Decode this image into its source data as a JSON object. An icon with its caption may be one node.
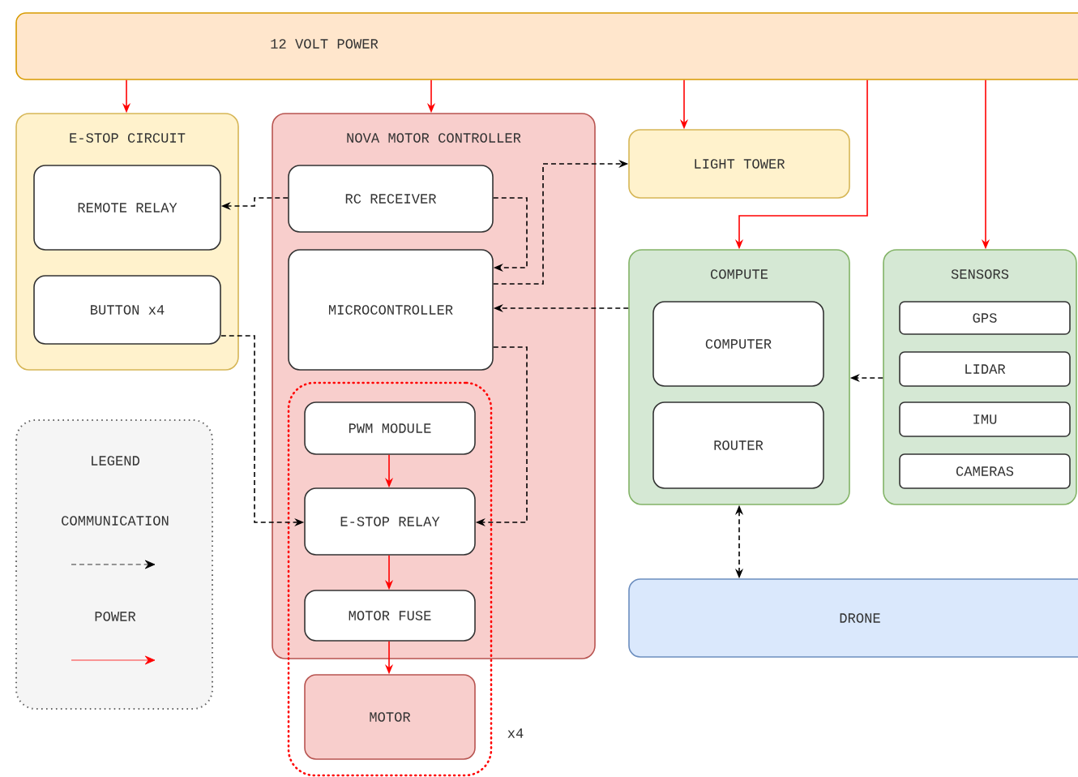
{
  "diagram": {
    "nodes": [
      {
        "text": [
          "12 VOLT POWER"
        ]
      },
      {
        "text": [
          "E-STOP CIRCUIT"
        ]
      },
      {
        "text": [
          "REMOTE RELAY"
        ],
        "in": 1
      },
      {
        "text": [
          "BUTTON x4"
        ],
        "in": 1
      },
      {
        "text": [
          "NOVA MOTOR CONTROLLER"
        ]
      },
      {
        "text": [
          "RC RECEIVER"
        ],
        "in": 4
      },
      {
        "text": [
          "MICROCONTROLLER"
        ],
        "in": 4
      },
      {
        "text": [],
        "shape": "box",
        "beside": [
          "x4"
        ]
      },
      {
        "text": [
          "PWM MODULE"
        ]
      },
      {
        "text": [
          "E-STOP RELAY"
        ]
      },
      {
        "text": [
          "MOTOR FUSE"
        ]
      },
      {
        "text": [
          "MOTOR"
        ],
        "in": 7
      },
      {
        "text": [
          "LIGHT TOWER"
        ]
      },
      {
        "text": [
          "COMPUTE"
        ]
      },
      {
        "text": [
          "COMPUTER"
        ],
        "in": 13
      },
      {
        "text": [
          "ROUTER"
        ],
        "in": 13
      },
      {
        "text": [
          "SENSORS"
        ]
      },
      {
        "text": [
          "GPS"
        ],
        "in": 16
      },
      {
        "text": [
          "LIDAR"
        ],
        "in": 16
      },
      {
        "text": [
          "IMU"
        ],
        "in": 16
      },
      {
        "text": [
          "CAMERAS"
        ],
        "in": 16
      },
      {
        "text": [
          "DRONE"
        ]
      }
    ],
    "edges": [
      {
        "from": 0,
        "to": 1,
        "arrow": "to",
        "color": "#ff0000"
      },
      {
        "from": 0,
        "to": 4,
        "arrow": "to",
        "color": "#ff0000"
      },
      {
        "from": 0,
        "to": 12,
        "arrow": "to",
        "color": "#ff0000"
      },
      {
        "from": 0,
        "to": 13,
        "arrow": "to",
        "color": "#ff0000"
      },
      {
        "from": 0,
        "to": 16,
        "arrow": "to",
        "color": "#ff0000"
      },
      {
        "from": 8,
        "to": 9,
        "arrow": "to",
        "color": "#ff0000"
      },
      {
        "from": 9,
        "to": 10,
        "arrow": "to",
        "color": "#ff0000"
      },
      {
        "from": 10,
        "to": 11,
        "arrow": "to",
        "color": "#ff0000"
      },
      {
        "from": 5,
        "to": 2,
        "arrow": "to",
        "style": "dashed",
        "color": "#000000"
      },
      {
        "from": 5,
        "to": 6,
        "arrow": "to",
        "style": "dashed",
        "color": "#000000"
      },
      {
        "from": 6,
        "to": 12,
        "arrow": "to",
        "style": "dashed",
        "color": "#000000"
      },
      {
        "from": 13,
        "to": 6,
        "arrow": "to",
        "style": "dashed",
        "color": "#000000"
      },
      {
        "from": 6,
        "to": 9,
        "arrow": "to",
        "style": "dashed",
        "color": "#000000"
      },
      {
        "from": 3,
        "to": 9,
        "arrow": "to",
        "style": "dashed",
        "color": "#000000"
      },
      {
        "from": 16,
        "to": 13,
        "arrow": "to",
        "style": "dashed",
        "color": "#000000"
      },
      {
        "from": 13,
        "to": 21,
        "arrow": "both",
        "style": "dashed",
        "color": "#000000"
      }
    ],
    "labels": [
      "LEGEND"
    ],
    "legend": [
      {
        "text": "COMMUNICATION"
      },
      {
        "text": "POWER"
      }
    ]
  }
}
